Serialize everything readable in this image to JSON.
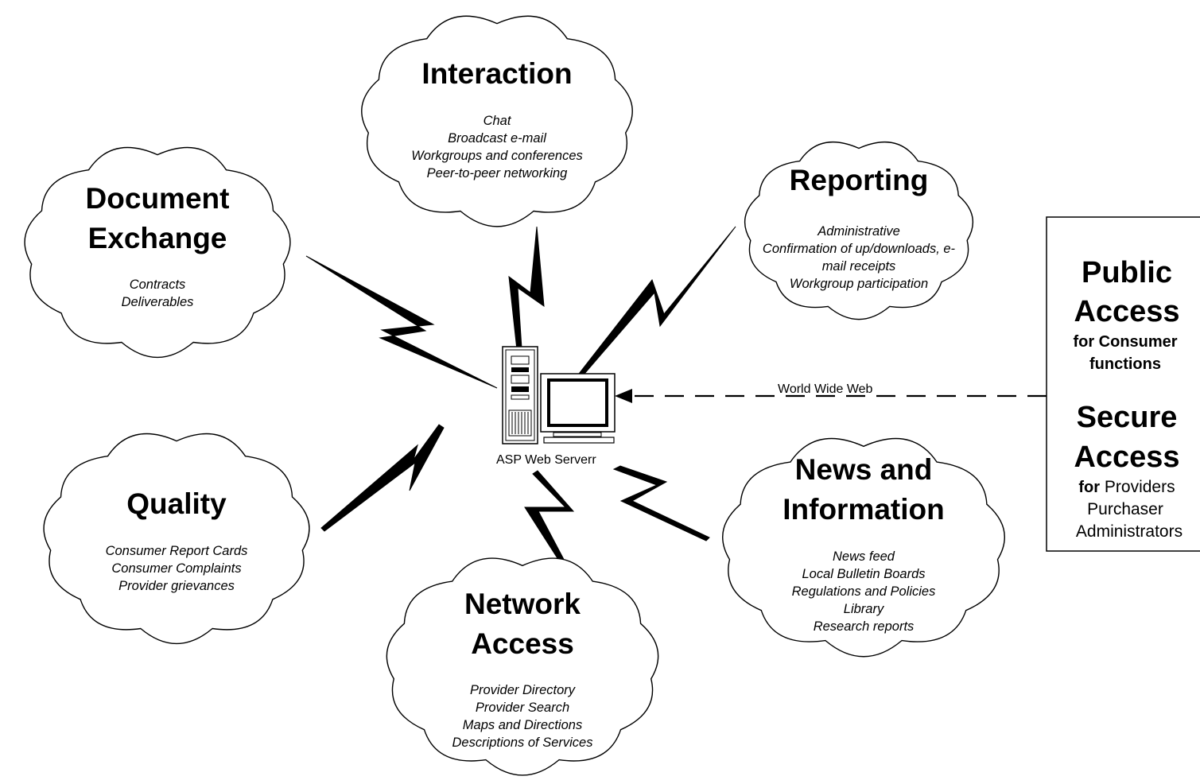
{
  "server": {
    "label": "ASP Web Serverr"
  },
  "www_label": "World Wide Web",
  "access_box": {
    "public_line1": "Public",
    "public_line2": "Access",
    "public_sub1": "for Consumer",
    "public_sub2": "functions",
    "secure_line1": "Secure",
    "secure_line2": "Access",
    "secure_for": "for",
    "secure_sub1": "Providers",
    "secure_sub2": "Purchaser",
    "secure_sub3": "Administrators"
  },
  "clouds": {
    "interaction": {
      "title": [
        "Interaction"
      ],
      "items": [
        "Chat",
        "Broadcast e-mail",
        "Workgroups and conferences",
        "Peer-to-peer networking"
      ]
    },
    "document_exchange": {
      "title": [
        "Document",
        "Exchange"
      ],
      "items": [
        "Contracts",
        "Deliverables"
      ]
    },
    "reporting": {
      "title": [
        "Reporting"
      ],
      "items": [
        "Administrative",
        "Confirmation of up/downloads, e-",
        "mail receipts",
        "Workgroup participation"
      ]
    },
    "quality": {
      "title": [
        "Quality"
      ],
      "items": [
        "Consumer Report Cards",
        "Consumer Complaints",
        "Provider grievances"
      ]
    },
    "network_access": {
      "title": [
        "Network",
        "Access"
      ],
      "items": [
        "Provider Directory",
        "Provider Search",
        "Maps and Directions",
        "Descriptions of Services"
      ]
    },
    "news": {
      "title": [
        "News and",
        "Information"
      ],
      "items": [
        "News feed",
        "Local Bulletin Boards",
        "Regulations and Policies",
        "Library",
        "Research reports"
      ]
    }
  }
}
